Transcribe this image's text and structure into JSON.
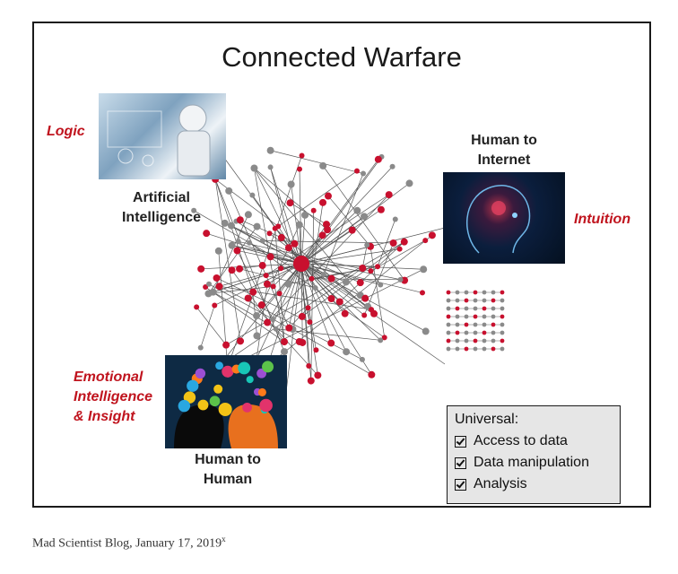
{
  "diagram": {
    "title": "Connected Warfare",
    "labels": {
      "logic": "Logic",
      "intuition": "Intuition",
      "emotional_1": "Emotional",
      "emotional_2": "Intelligence",
      "emotional_3": "& Insight",
      "ai_1": "Artificial",
      "ai_2": "Intelligence",
      "h2i_1": "Human to",
      "h2i_2": "Internet",
      "h2h_1": "Human to",
      "h2h_2": "Human"
    },
    "legend": {
      "heading": "Universal:",
      "items": [
        "Access to data",
        "Data manipulation",
        "Analysis"
      ]
    },
    "colors": {
      "accent_red": "#c0141e",
      "node_red": "#c8102e",
      "node_gray": "#8a8a8a"
    }
  },
  "caption": {
    "text": "Mad Scientist Blog, January 17, 2019",
    "superscript": "x"
  }
}
